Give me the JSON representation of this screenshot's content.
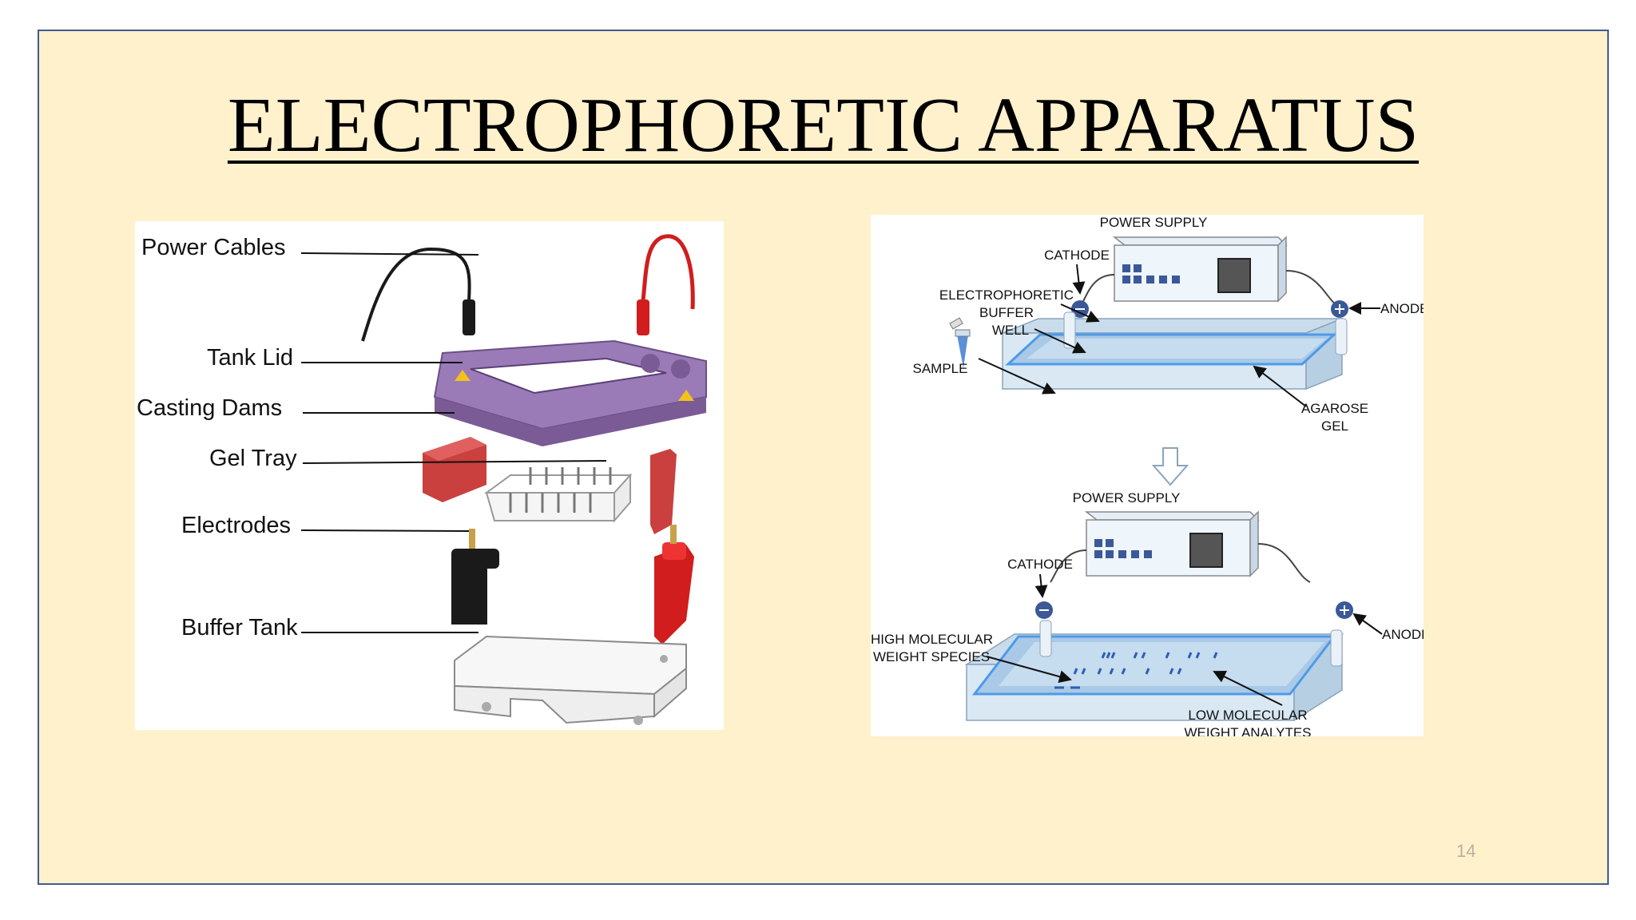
{
  "slide": {
    "title": "ELECTROPHORETIC APPARATUS",
    "page_number": "14",
    "background": "#fef1cc",
    "border": "#3f5b8f"
  },
  "left_figure": {
    "labels": [
      "Power Cables",
      "Tank Lid",
      "Casting Dams",
      "Gel Tray",
      "Electrodes",
      "Buffer Tank"
    ],
    "colors": {
      "lid": "#9b7ab8",
      "dams": "#c9403f",
      "red_cable": "#d11d1d",
      "black": "#1a1a1a"
    }
  },
  "right_figure": {
    "top": {
      "power_supply": "POWER SUPPLY",
      "cathode": "CATHODE",
      "buffer_1": "ELECTROPHORETIC",
      "buffer_2": "BUFFER",
      "well": "WELL",
      "sample": "SAMPLE",
      "anode": "ANODE",
      "agarose_1": "AGAROSE",
      "agarose_2": "GEL"
    },
    "bottom": {
      "power_supply": "POWER SUPPLY",
      "cathode": "CATHODE",
      "anode": "ANODE",
      "high_1": "HIGH MOLECULAR",
      "high_2": "WEIGHT SPECIES",
      "low_1": "LOW MOLECULAR",
      "low_2": "WEIGHT ANALYTES"
    }
  }
}
